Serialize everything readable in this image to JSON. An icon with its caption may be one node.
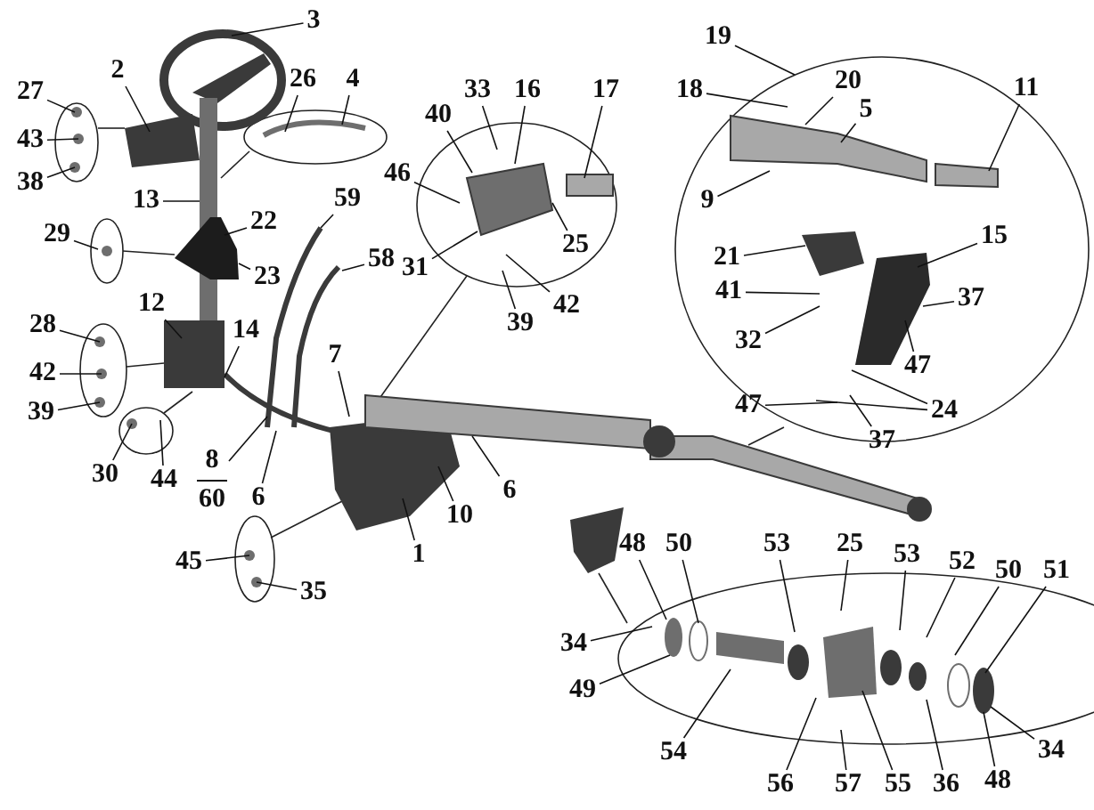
{
  "diagram": {
    "nodes": [
      {
        "text": [
          "3"
        ]
      },
      {
        "text": [
          "2"
        ]
      },
      {
        "text": [
          "26"
        ]
      },
      {
        "text": [
          "4"
        ]
      },
      {
        "text": [
          "27"
        ]
      },
      {
        "text": [
          "43"
        ]
      },
      {
        "text": [
          "38"
        ]
      },
      {
        "text": [
          "13"
        ]
      },
      {
        "text": [
          "33"
        ]
      },
      {
        "text": [
          "16"
        ]
      },
      {
        "text": [
          "17"
        ]
      },
      {
        "text": [
          "40"
        ]
      },
      {
        "text": [
          "46"
        ]
      },
      {
        "text": [
          "31"
        ]
      },
      {
        "text": [
          "25"
        ]
      },
      {
        "text": [
          "39"
        ]
      },
      {
        "text": [
          "42"
        ]
      },
      {
        "text": [
          "59"
        ]
      },
      {
        "text": [
          "58"
        ]
      },
      {
        "text": [
          "29"
        ]
      },
      {
        "text": [
          "22"
        ]
      },
      {
        "text": [
          "23"
        ]
      },
      {
        "text": [
          "19"
        ]
      },
      {
        "text": [
          "18"
        ]
      },
      {
        "text": [
          "20"
        ]
      },
      {
        "text": [
          "5"
        ]
      },
      {
        "text": [
          "11"
        ]
      },
      {
        "text": [
          "9"
        ]
      },
      {
        "text": [
          "21"
        ]
      },
      {
        "text": [
          "15"
        ]
      },
      {
        "text": [
          "41"
        ]
      },
      {
        "text": [
          "32"
        ]
      },
      {
        "text": [
          "37"
        ]
      },
      {
        "text": [
          "47"
        ]
      },
      {
        "text": [
          "47"
        ]
      },
      {
        "text": [
          "24"
        ]
      },
      {
        "text": [
          "37"
        ]
      },
      {
        "text": [
          "7"
        ]
      },
      {
        "text": [
          "12"
        ]
      },
      {
        "text": [
          "14"
        ]
      },
      {
        "text": [
          "28"
        ]
      },
      {
        "text": [
          "42"
        ]
      },
      {
        "text": [
          "39"
        ]
      },
      {
        "text": [
          "30"
        ]
      },
      {
        "text": [
          "44"
        ]
      },
      {
        "text": [
          "8",
          "60"
        ]
      },
      {
        "text": [
          "6"
        ]
      },
      {
        "text": [
          "6"
        ]
      },
      {
        "text": [
          "10"
        ]
      },
      {
        "text": [
          "1"
        ]
      },
      {
        "text": [
          "45"
        ]
      },
      {
        "text": [
          "35"
        ]
      },
      {
        "text": [
          "48"
        ]
      },
      {
        "text": [
          "50"
        ]
      },
      {
        "text": [
          "53"
        ]
      },
      {
        "text": [
          "25"
        ]
      },
      {
        "text": [
          "53"
        ]
      },
      {
        "text": [
          "52"
        ]
      },
      {
        "text": [
          "50"
        ]
      },
      {
        "text": [
          "51"
        ]
      },
      {
        "text": [
          "34"
        ]
      },
      {
        "text": [
          "49"
        ]
      },
      {
        "text": [
          "54"
        ]
      },
      {
        "text": [
          "56"
        ]
      },
      {
        "text": [
          "57"
        ]
      },
      {
        "text": [
          "55"
        ]
      },
      {
        "text": [
          "36"
        ]
      },
      {
        "text": [
          "48"
        ]
      },
      {
        "text": [
          "34"
        ]
      }
    ],
    "edges": [
      {
        "from": 0,
        "to": null,
        "arrow": "none"
      },
      {
        "from": 1,
        "to": null,
        "arrow": "none"
      },
      {
        "from": 2,
        "to": null,
        "arrow": "none"
      },
      {
        "from": 3,
        "to": null,
        "arrow": "none"
      },
      {
        "from": 4,
        "to": null,
        "arrow": "none"
      },
      {
        "from": 5,
        "to": null,
        "arrow": "none"
      },
      {
        "from": 6,
        "to": null,
        "arrow": "none"
      },
      {
        "from": 7,
        "to": null,
        "arrow": "none"
      },
      {
        "from": 8,
        "to": null,
        "arrow": "none"
      },
      {
        "from": 9,
        "to": null,
        "arrow": "none"
      },
      {
        "from": 10,
        "to": null,
        "arrow": "none"
      },
      {
        "from": 11,
        "to": null,
        "arrow": "none"
      },
      {
        "from": 12,
        "to": null,
        "arrow": "none"
      },
      {
        "from": 13,
        "to": null,
        "arrow": "none"
      },
      {
        "from": 14,
        "to": null,
        "arrow": "none"
      },
      {
        "from": 15,
        "to": null,
        "arrow": "none"
      },
      {
        "from": 16,
        "to": null,
        "arrow": "none"
      },
      {
        "from": 17,
        "to": null,
        "arrow": "none"
      },
      {
        "from": 18,
        "to": null,
        "arrow": "none"
      },
      {
        "from": 19,
        "to": null,
        "arrow": "none"
      },
      {
        "from": 20,
        "to": null,
        "arrow": "none"
      },
      {
        "from": 21,
        "to": null,
        "arrow": "none"
      },
      {
        "from": 22,
        "to": null,
        "arrow": "none"
      },
      {
        "from": 23,
        "to": null,
        "arrow": "none"
      },
      {
        "from": 24,
        "to": null,
        "arrow": "none"
      },
      {
        "from": 25,
        "to": null,
        "arrow": "none"
      },
      {
        "from": 26,
        "to": null,
        "arrow": "none"
      },
      {
        "from": 27,
        "to": null,
        "arrow": "none"
      },
      {
        "from": 28,
        "to": null,
        "arrow": "none"
      },
      {
        "from": 29,
        "to": null,
        "arrow": "none"
      },
      {
        "from": 30,
        "to": null,
        "arrow": "none"
      },
      {
        "from": 31,
        "to": null,
        "arrow": "none"
      },
      {
        "from": 32,
        "to": null,
        "arrow": "none"
      },
      {
        "from": 33,
        "to": null,
        "arrow": "none"
      },
      {
        "from": 34,
        "to": null,
        "arrow": "none"
      },
      {
        "from": 35,
        "to": null,
        "arrow": "none"
      },
      {
        "from": 35,
        "to": null,
        "arrow": "none"
      },
      {
        "from": 36,
        "to": null,
        "arrow": "none"
      },
      {
        "from": 37,
        "to": null,
        "arrow": "none"
      },
      {
        "from": 38,
        "to": null,
        "arrow": "none"
      },
      {
        "from": 39,
        "to": null,
        "arrow": "none"
      },
      {
        "from": 40,
        "to": null,
        "arrow": "none"
      },
      {
        "from": 41,
        "to": null,
        "arrow": "none"
      },
      {
        "from": 42,
        "to": null,
        "arrow": "none"
      },
      {
        "from": 43,
        "to": null,
        "arrow": "none"
      },
      {
        "from": 44,
        "to": null,
        "arrow": "none"
      },
      {
        "from": 45,
        "to": null,
        "arrow": "none"
      },
      {
        "from": 46,
        "to": null,
        "arrow": "none"
      },
      {
        "from": 47,
        "to": null,
        "arrow": "none"
      },
      {
        "from": 48,
        "to": null,
        "arrow": "none"
      },
      {
        "from": 49,
        "to": null,
        "arrow": "none"
      },
      {
        "from": 50,
        "to": null,
        "arrow": "none"
      },
      {
        "from": 51,
        "to": null,
        "arrow": "none"
      },
      {
        "from": 52,
        "to": null,
        "arrow": "none"
      },
      {
        "from": 53,
        "to": null,
        "arrow": "none"
      },
      {
        "from": 54,
        "to": null,
        "arrow": "none"
      },
      {
        "from": 55,
        "to": null,
        "arrow": "none"
      },
      {
        "from": 56,
        "to": null,
        "arrow": "none"
      },
      {
        "from": 57,
        "to": null,
        "arrow": "none"
      },
      {
        "from": 58,
        "to": null,
        "arrow": "none"
      },
      {
        "from": 59,
        "to": null,
        "arrow": "none"
      },
      {
        "from": 60,
        "to": null,
        "arrow": "none"
      },
      {
        "from": 61,
        "to": null,
        "arrow": "none"
      },
      {
        "from": 62,
        "to": null,
        "arrow": "none"
      },
      {
        "from": 63,
        "to": null,
        "arrow": "none"
      },
      {
        "from": 64,
        "to": null,
        "arrow": "none"
      },
      {
        "from": 65,
        "to": null,
        "arrow": "none"
      },
      {
        "from": 66,
        "to": null,
        "arrow": "none"
      },
      {
        "from": 67,
        "to": null,
        "arrow": "none"
      },
      {
        "from": 68,
        "to": null,
        "arrow": "none"
      }
    ]
  }
}
